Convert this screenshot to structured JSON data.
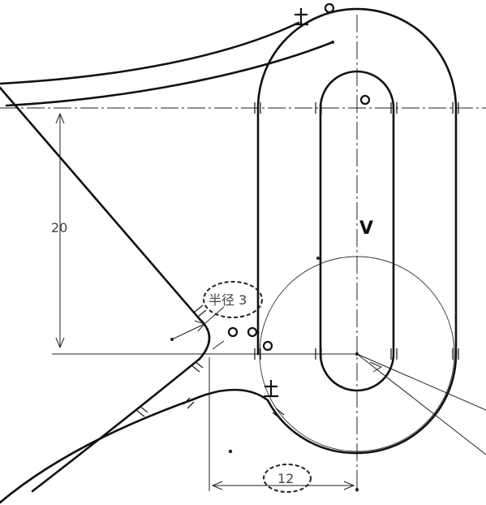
{
  "dimensions": {
    "vertical_value": "20",
    "horizontal_value": "12",
    "radius_label": "半径 3"
  },
  "annotations": {
    "vertical_constraint": "V"
  }
}
